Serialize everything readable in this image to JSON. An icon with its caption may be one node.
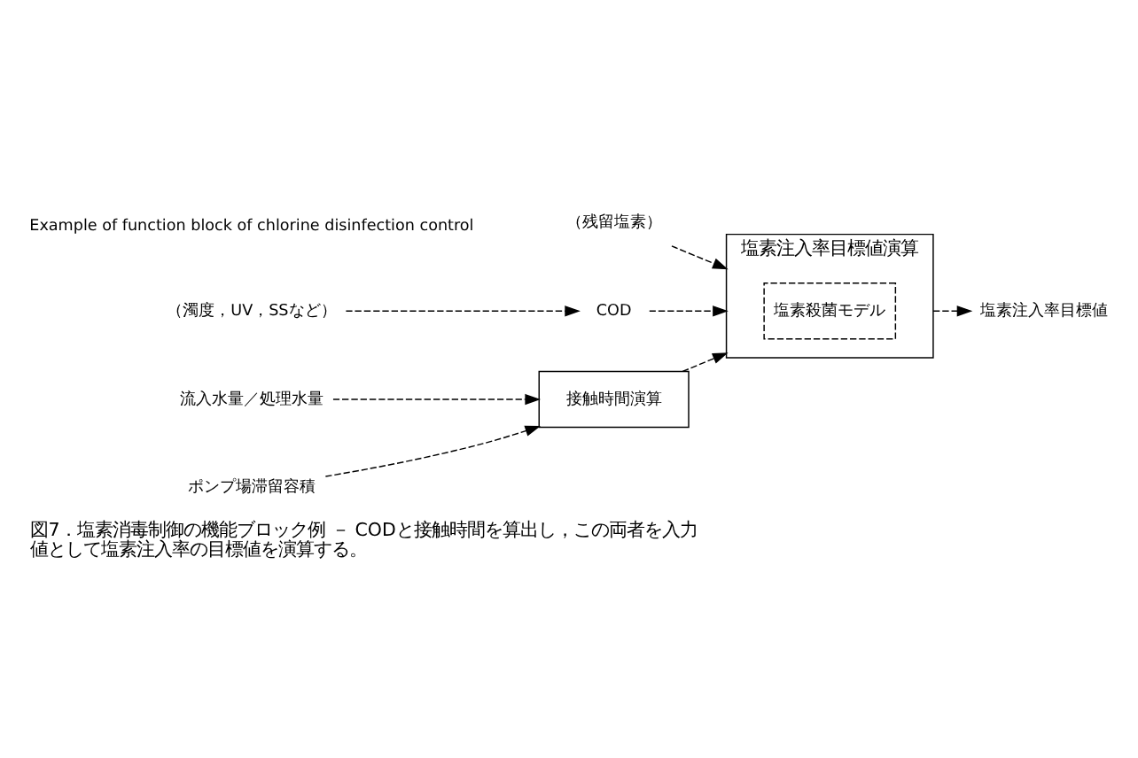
{
  "diagram": {
    "caption": "図7．塩素消毒制御の機能ブロック例 － CODと接触時間を算出し，この両者を入力値として塩素注入率の目標値を演算する。",
    "nodes": [
      {
        "text": [
          "（残留塩素）"
        ]
      },
      {
        "text": [
          "（濁度，UV，SSなど）"
        ]
      },
      {
        "text": [
          "COD"
        ]
      },
      {
        "text": [
          "塩素注入率目標値演算"
        ]
      },
      {
        "text": [
          "塩素殺菌モデル"
        ],
        "in": 3
      },
      {
        "text": [
          "塩素注入率目標値"
        ]
      },
      {
        "text": [
          "流入水量／処理水量"
        ]
      },
      {
        "text": [
          "ポンプ場滞留容積"
        ]
      },
      {
        "text": [
          "接触時間演算"
        ]
      }
    ],
    "edges": [
      {
        "from": 0,
        "to": 3,
        "arrow": "to",
        "style": "dashed"
      },
      {
        "from": 1,
        "to": 2,
        "arrow": "to",
        "style": "dashed"
      },
      {
        "from": 2,
        "to": 3,
        "arrow": "to",
        "style": "dashed"
      },
      {
        "from": 3,
        "to": 5,
        "arrow": "to",
        "style": "dashed"
      },
      {
        "from": 6,
        "to": 8,
        "arrow": "to",
        "style": "dashed"
      },
      {
        "from": 7,
        "to": 8,
        "arrow": "to",
        "style": "dashed"
      },
      {
        "from": 8,
        "to": 3,
        "arrow": "to",
        "style": "dashed"
      }
    ],
    "labels": [
      "Example of function block of chlorine disinfection control"
    ]
  }
}
